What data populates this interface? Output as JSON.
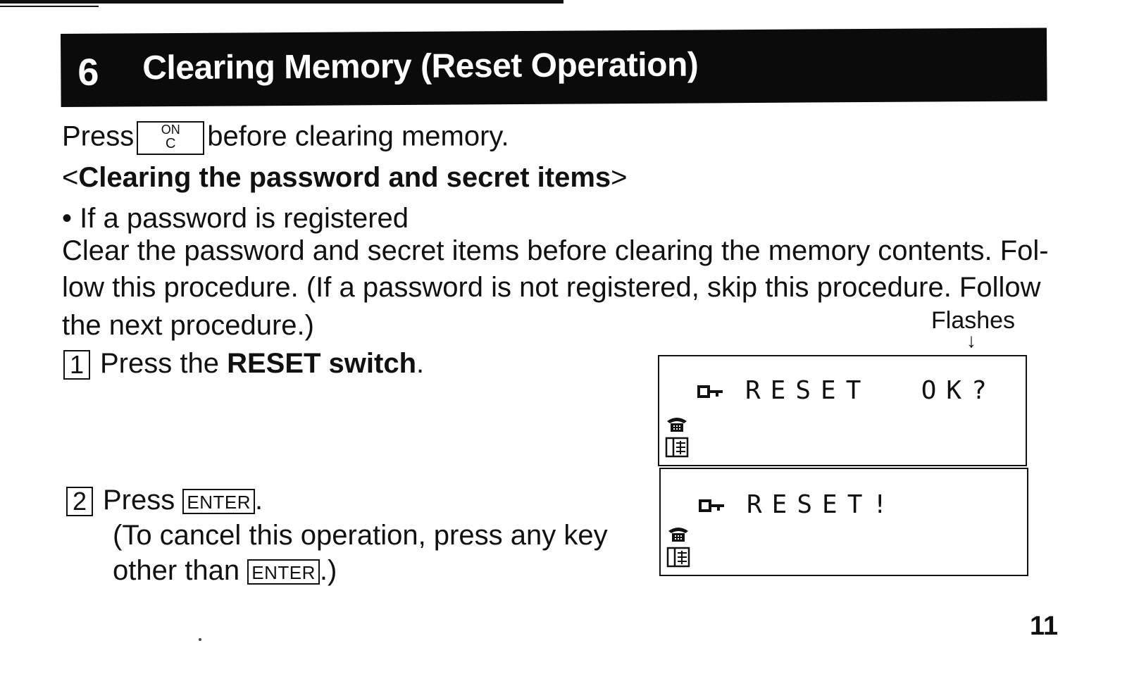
{
  "section": {
    "number": "6",
    "title": "Clearing Memory (Reset Operation)"
  },
  "intro": {
    "press": "Press",
    "key_top": "ON",
    "key_bottom": "C",
    "after": "before clearing memory."
  },
  "subheading": {
    "open": "<",
    "text": "Clearing the password and secret items",
    "close": ">"
  },
  "condition": {
    "bullet": "•",
    "text": "If a password is registered"
  },
  "paragraph": {
    "line1": "Clear the password and secret items before clearing the memory contents. Fol-",
    "line2": "low this procedure. (If a password is not registered, skip this procedure. Follow",
    "line3": "the next procedure.)"
  },
  "step1": {
    "number": "1",
    "text_before": "Press the ",
    "text_bold": "RESET switch",
    "text_after": "."
  },
  "step2": {
    "number": "2",
    "press": "Press",
    "key": "ENTER",
    "after": ".",
    "note_line1": "(To cancel this operation, press any key",
    "note_before": "other than",
    "note_key": "ENTER",
    "note_after": ".)"
  },
  "annotation": {
    "label": "Flashes",
    "arrow": "↓"
  },
  "display1": {
    "text": "RESET  OK?",
    "icons": [
      "key-icon",
      "phone-icon",
      "address-book-icon"
    ]
  },
  "display2": {
    "text": "RESET!",
    "icons": [
      "key-icon",
      "phone-icon",
      "address-book-icon"
    ]
  },
  "page_number": "11"
}
